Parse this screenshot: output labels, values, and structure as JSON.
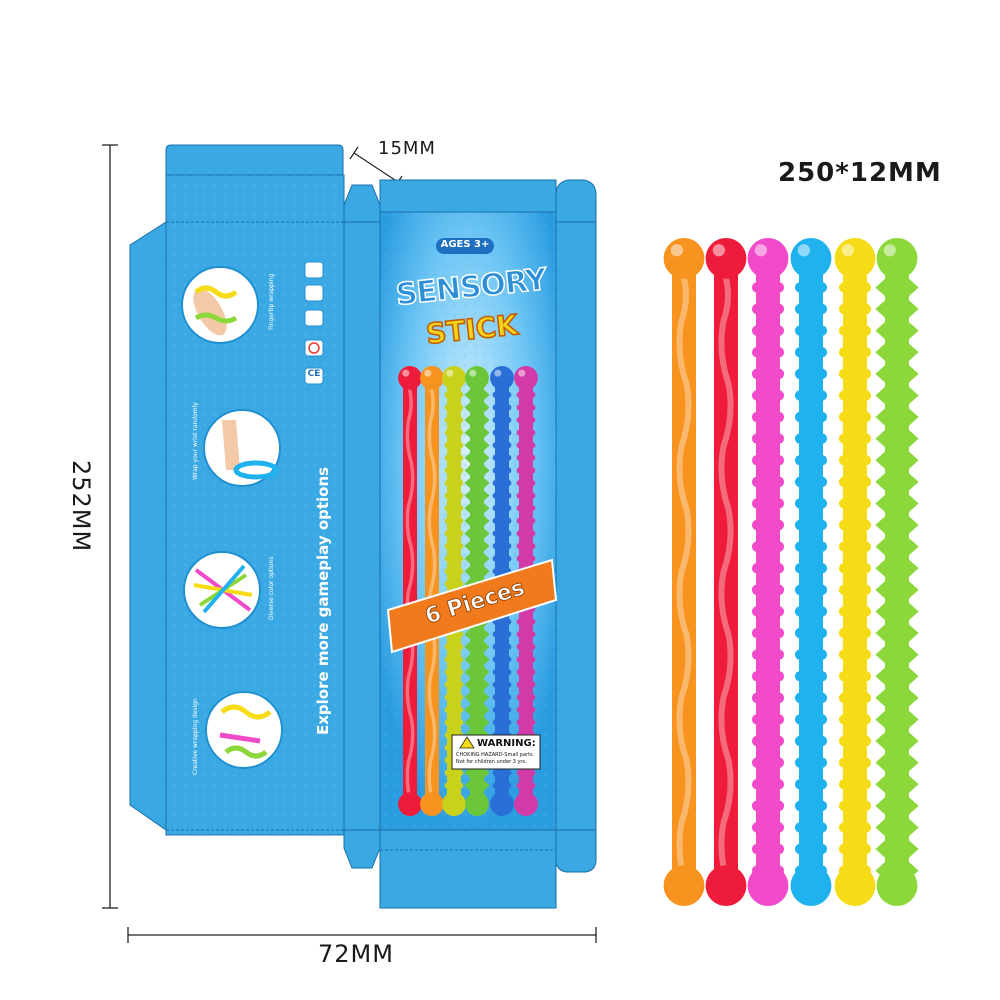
{
  "dimensions": {
    "height_label": "252MM",
    "width_label": "72MM",
    "flap_label": "15MM",
    "stick_size_label": "250*12MM"
  },
  "box_front": {
    "age_label": "AGES 3+",
    "title_line1": "SENSORY",
    "title_line2": "STICK",
    "pieces_label": "6 Pieces",
    "warning_title": "WARNING:",
    "warning_text_line1": "CHOKING HAZARD-Small parts.",
    "warning_text_line2": "Not for children under 3 yrs."
  },
  "box_side": {
    "tagline": "Explore more gameplay options",
    "features": [
      {
        "caption": "Fingertip wrapping",
        "icon": "ring-finger-icon"
      },
      {
        "caption": "Wrap your wrist randomly",
        "icon": "wrist-wrap-icon"
      },
      {
        "caption": "Diverse color options",
        "icon": "colored-sticks-icon"
      },
      {
        "caption": "Creative wrapping design",
        "icon": "wrapped-sticks-icon"
      }
    ],
    "cert_marks": [
      "CE"
    ]
  },
  "colors": {
    "box_blue": "#3aa9e3",
    "box_blue_dark": "#1f8fd0",
    "title_blue": "#2d8fd8",
    "title_yellow": "#f5d21c",
    "pieces_orange": "#f07a1c"
  },
  "sticks": [
    {
      "color": "#f7931e",
      "style": "twist"
    },
    {
      "color": "#ee1c3a",
      "style": "twist"
    },
    {
      "color": "#f24bc9",
      "style": "bump"
    },
    {
      "color": "#1fb2ee",
      "style": "bump"
    },
    {
      "color": "#f5dc16",
      "style": "bump"
    },
    {
      "color": "#8cd83a",
      "style": "spike"
    }
  ]
}
